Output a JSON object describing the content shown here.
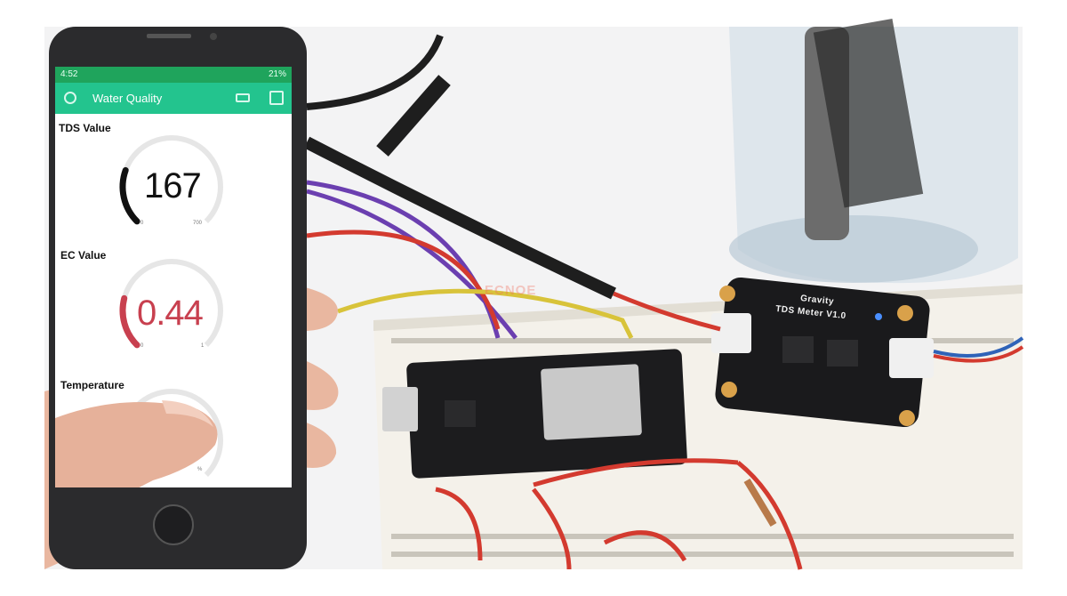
{
  "status_bar": {
    "time": "4:52",
    "battery": "21%"
  },
  "app": {
    "title": "Water Quality"
  },
  "gauges": [
    {
      "label": "TDS Value",
      "value": "167",
      "min": "0",
      "max": "700",
      "fraction": 0.24,
      "color": "#111111"
    },
    {
      "label": "EC Value",
      "value": "0.44",
      "min": "0",
      "max": "1",
      "fraction": 0.22,
      "color": "#c8404f"
    },
    {
      "label": "Temperature",
      "value": "",
      "min": "",
      "max": "%",
      "fraction": 0.3,
      "color": "#23c48e"
    }
  ],
  "board_labels": {
    "gravity": "Gravity",
    "tds_meter": "TDS Meter V1.0"
  },
  "watermark": "ECNOE",
  "colors": {
    "app_green": "#23c48e",
    "status_green": "#1fa45c",
    "tds_gauge": "#111111",
    "ec_gauge": "#c8404f",
    "gauge_track": "#e6e6e6"
  }
}
